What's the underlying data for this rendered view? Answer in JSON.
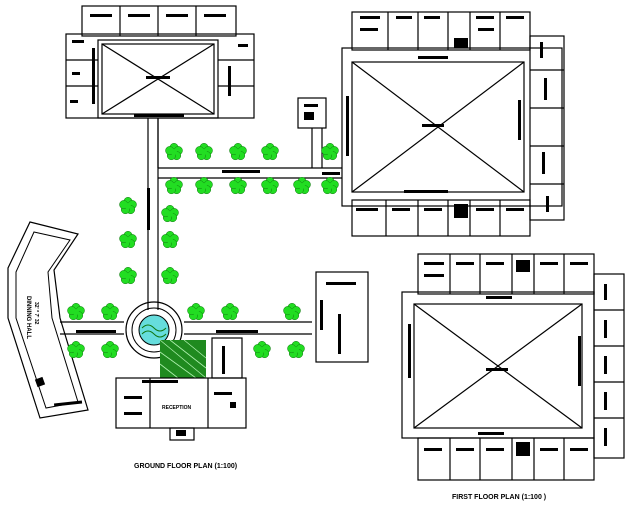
{
  "labels": {
    "ground_floor_plan": "GROUND FLOOR PLAN (1:100)",
    "first_floor_plan": "FIRST FLOOR PLAN  (1:100 )",
    "dining_hall": "DINNING HALL",
    "dining_hall_size": "32' * 7' 32",
    "reception": "RECEPTION"
  },
  "colors": {
    "line": "#000000",
    "background": "#ffffff",
    "tree": "#22dd22",
    "tree_dark": "#117711",
    "pool": "#66dddd",
    "lawn": "#1f8a1f"
  }
}
